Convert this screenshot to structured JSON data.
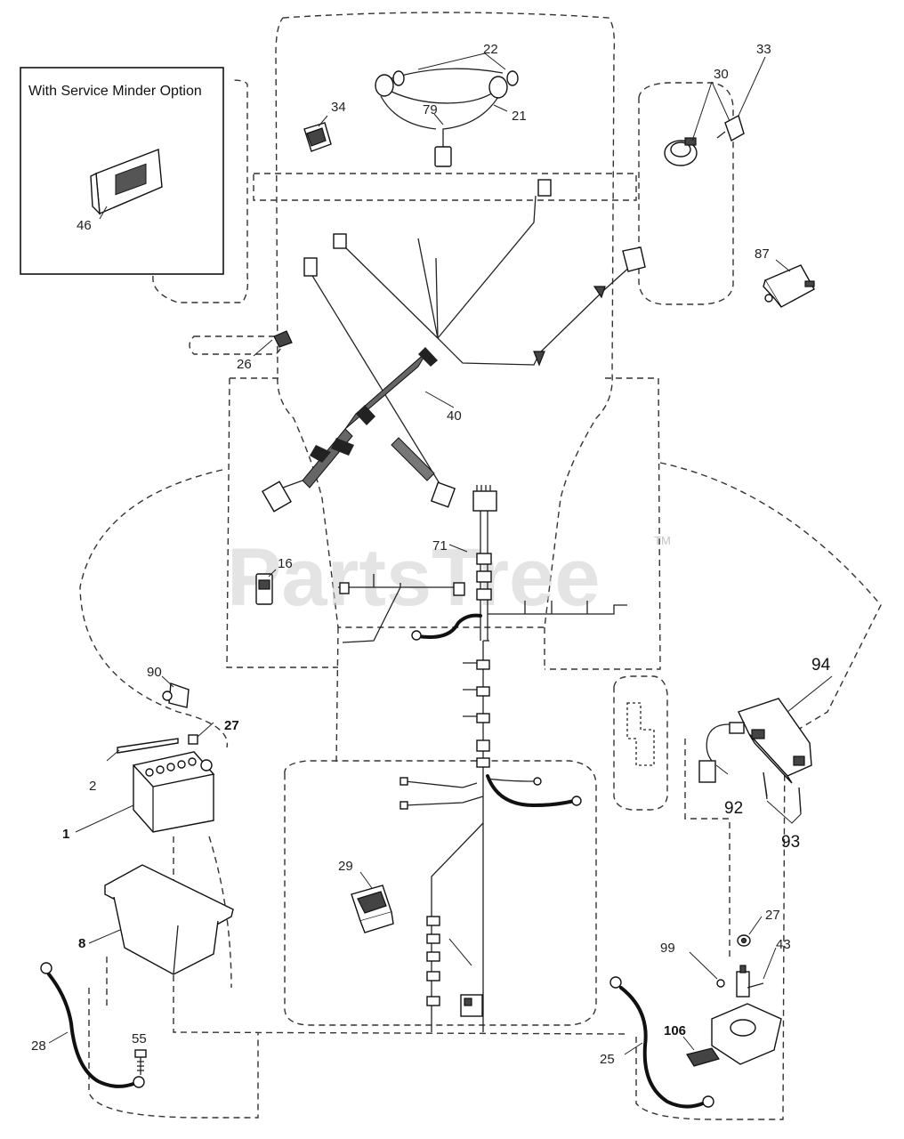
{
  "inset": {
    "title": "With Service Minder Option",
    "part": "46"
  },
  "watermark": {
    "text": "PartsTree",
    "tm": "TM"
  },
  "labels": {
    "p1": "1",
    "p2": "2",
    "p8": "8",
    "p16": "16",
    "p21": "21",
    "p22": "22",
    "p25": "25",
    "p26": "26",
    "p27a": "27",
    "p27b": "27",
    "p28": "28",
    "p29": "29",
    "p30": "30",
    "p33": "33",
    "p34": "34",
    "p40": "40",
    "p43": "43",
    "p55": "55",
    "p71": "71",
    "p79": "79",
    "p87": "87",
    "p90": "90",
    "p92": "92",
    "p93": "93",
    "p94": "94",
    "p99": "99",
    "p106": "106"
  }
}
